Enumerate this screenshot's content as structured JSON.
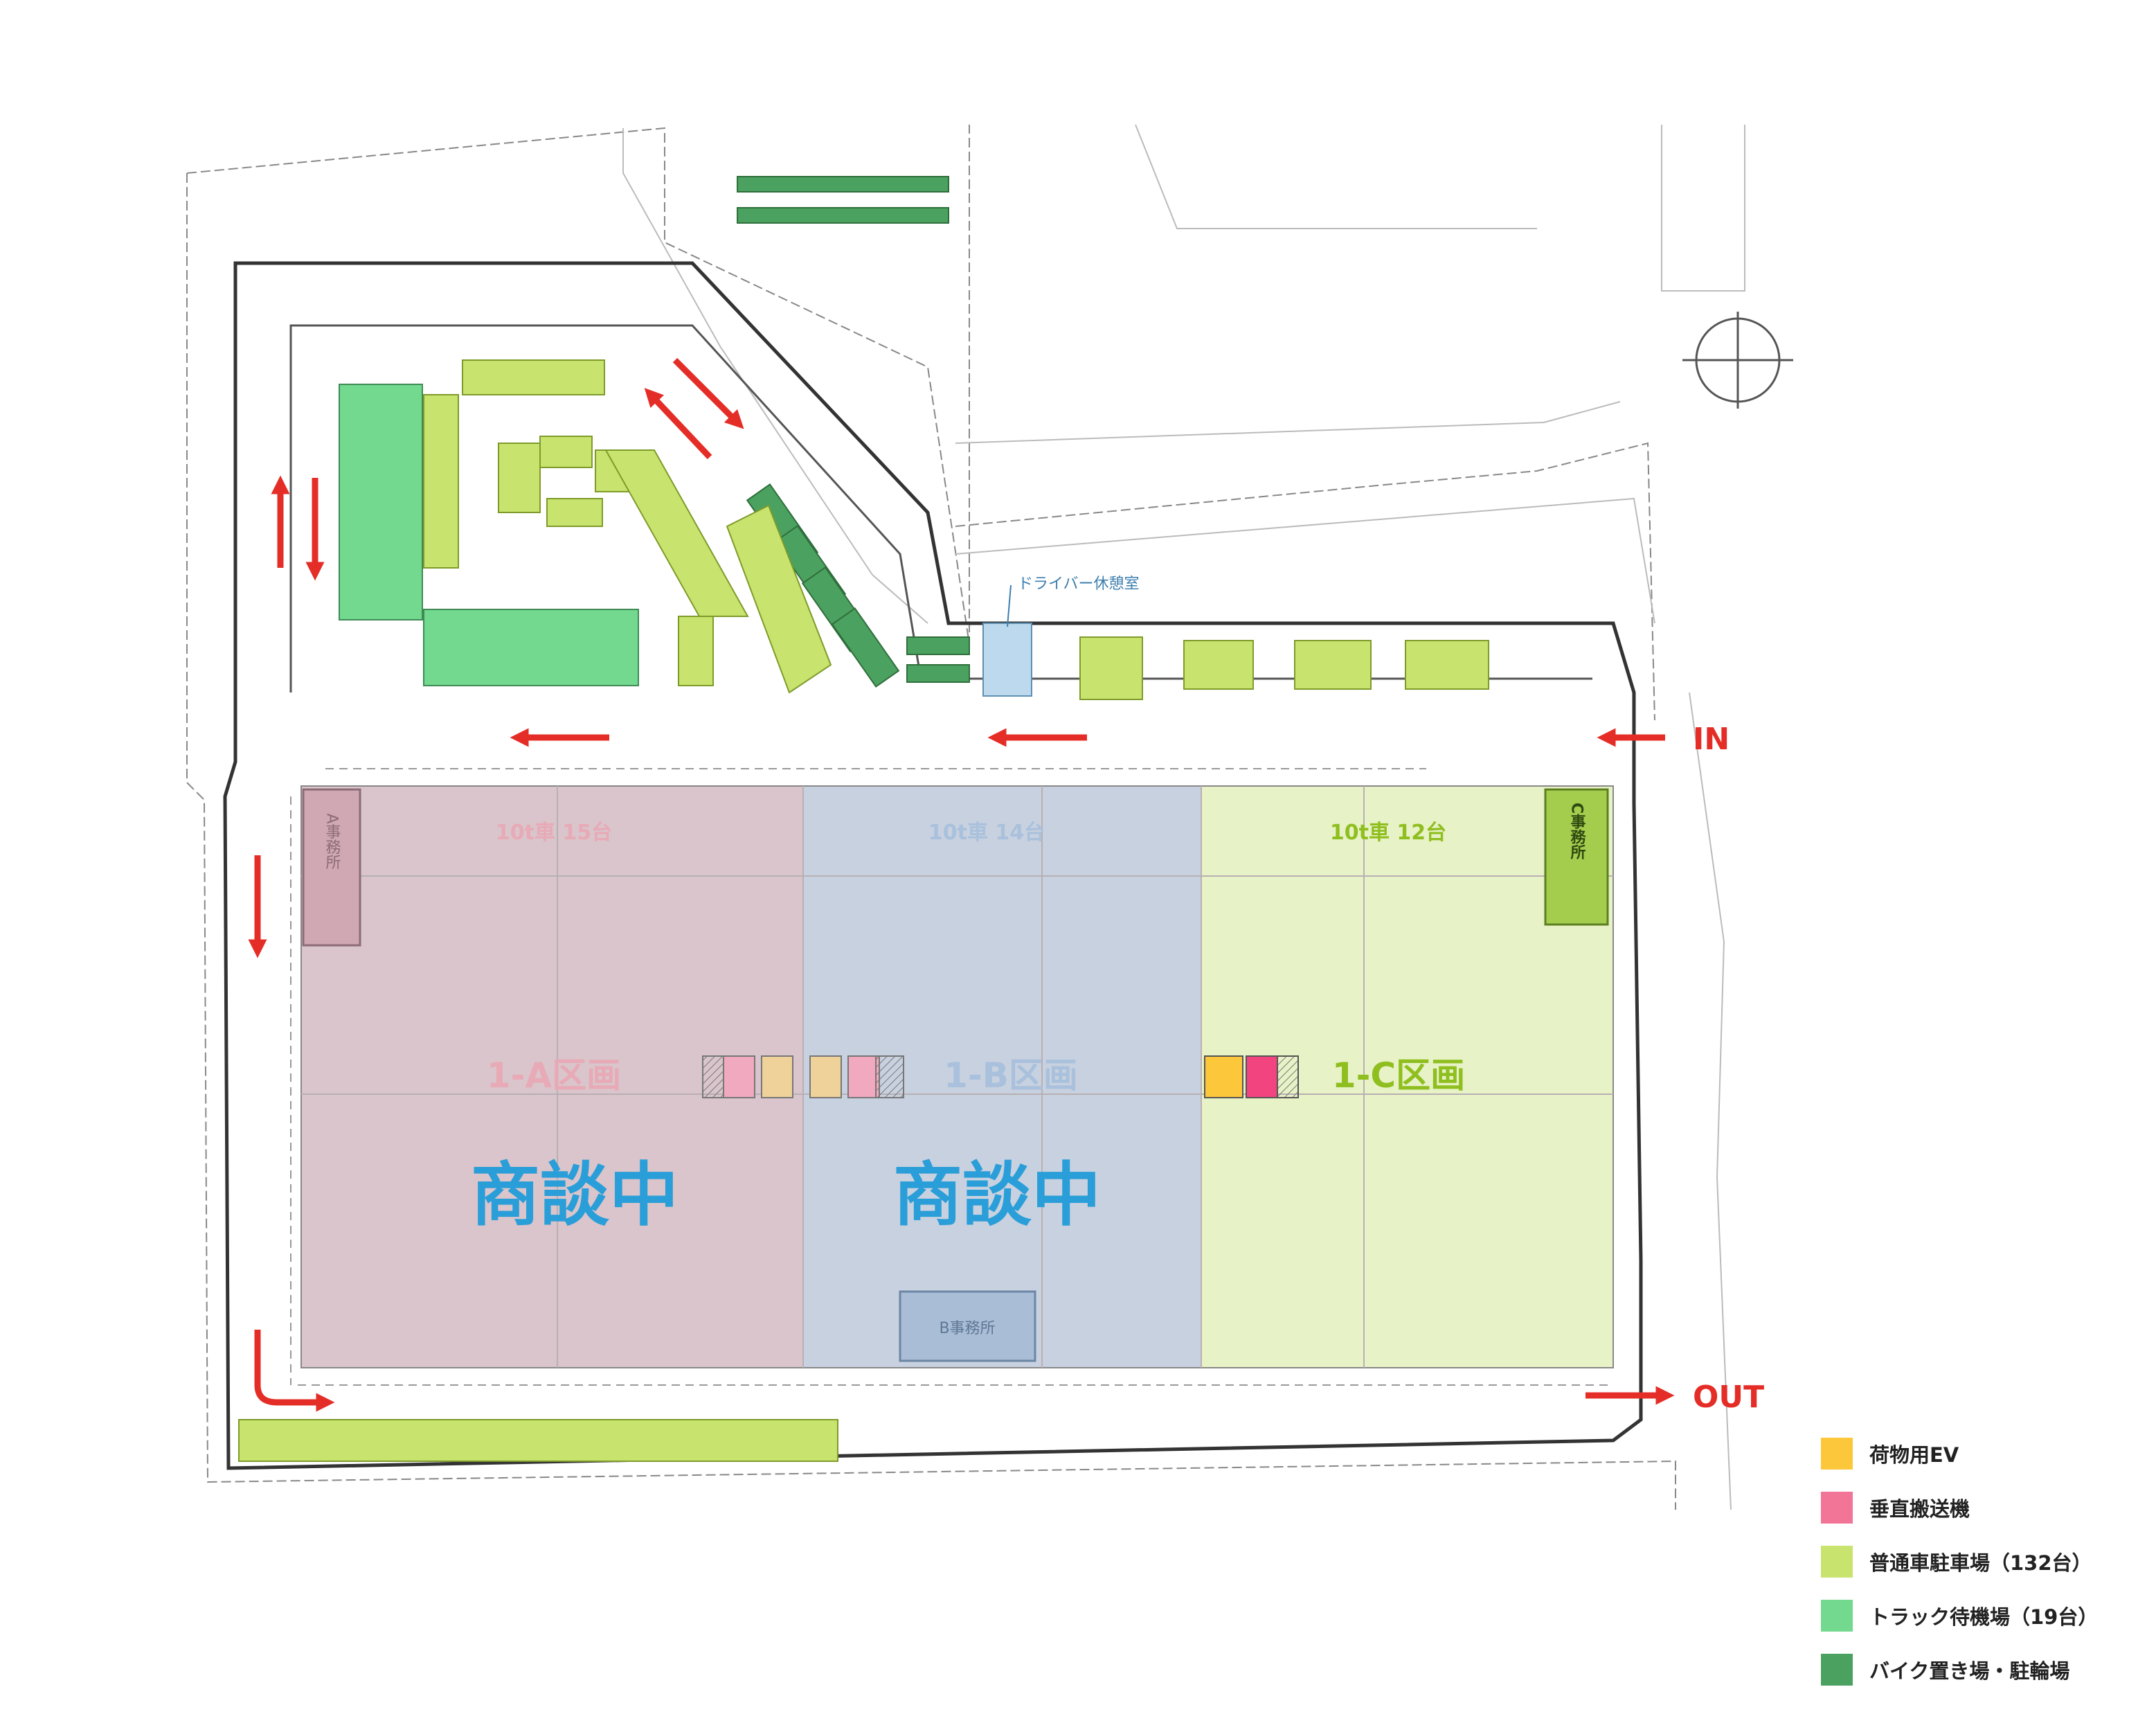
{
  "labels": {
    "in": "IN",
    "out": "OUT",
    "driver_rest": "ドライバー休憩室",
    "office_a": "A事務所",
    "office_b": "B事務所",
    "office_c": "C事務所"
  },
  "zones": [
    {
      "id": "a",
      "name": "1-A区画",
      "trucks": "10t車 15台",
      "status": "商談中",
      "fill": "#d9c5cb",
      "text": "#e8aab6"
    },
    {
      "id": "b",
      "name": "1-B区画",
      "trucks": "10t車 14台",
      "status": "商談中",
      "fill": "#c8d1df",
      "text": "#a9c1dc"
    },
    {
      "id": "c",
      "name": "1-C区画",
      "trucks": "10t車 12台",
      "status": "",
      "fill": "#e8f2c7",
      "text": "#8fbf1f"
    }
  ],
  "status_color": "#2a9ed8",
  "arrow_color": "#e52d27",
  "legend": [
    {
      "label": "荷物用EV",
      "color": "#fcc73b"
    },
    {
      "label": "垂直搬送機",
      "color": "#f27496"
    },
    {
      "label": "普通車駐車場（132台）",
      "color": "#c8e36e"
    },
    {
      "label": "トラック待機場（19台）",
      "color": "#72d98e"
    },
    {
      "label": "バイク置き場・駐輪場",
      "color": "#4ba15f"
    }
  ]
}
